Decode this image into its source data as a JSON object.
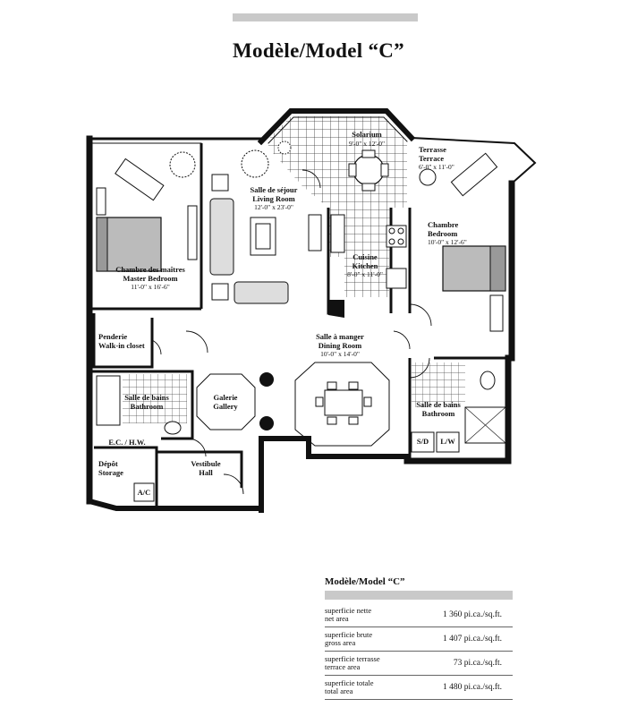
{
  "header": {
    "title": "Modèle/Model “C”"
  },
  "rooms": {
    "solarium": {
      "name": "Solarium",
      "dim": "9'-0\" x 12'-0\""
    },
    "terrace": {
      "name_fr": "Terrasse",
      "name_en": "Terrace",
      "dim": "6'-0\" x 11'-0\""
    },
    "living": {
      "name_fr": "Salle de séjour",
      "name_en": "Living Room",
      "dim": "12'-0\" x 23'-0\""
    },
    "master": {
      "name_fr": "Chambre des maîtres",
      "name_en": "Master Bedroom",
      "dim": "11'-0\" x 16'-6\""
    },
    "kitchen": {
      "name_fr": "Cuisine",
      "name_en": "Kitchen",
      "dim": "8'-0\" x 11'-0\""
    },
    "bedroom": {
      "name_fr": "Chambre",
      "name_en": "Bedroom",
      "dim": "10'-0\" x 12'-6\""
    },
    "closet": {
      "name_fr": "Penderie",
      "name_en": "Walk-in closet"
    },
    "dining": {
      "name_fr": "Salle à manger",
      "name_en": "Dining Room",
      "dim": "10'-0\" x 14'-0\""
    },
    "bath1": {
      "name_fr": "Salle de bains",
      "name_en": "Bathroom"
    },
    "gallery": {
      "name_fr": "Galerie",
      "name_en": "Gallery"
    },
    "bath2": {
      "name_fr": "Salle de bains",
      "name_en": "Bathroom"
    },
    "ec_hw": {
      "name": "E.C. / H.W."
    },
    "storage": {
      "name_fr": "Dépôt",
      "name_en": "Storage"
    },
    "hall": {
      "name_fr": "Vestibule",
      "name_en": "Hall"
    },
    "ac": {
      "name": "A/C"
    },
    "sd": {
      "name": "S/D"
    },
    "lw": {
      "name": "L/W"
    }
  },
  "summary": {
    "title": "Modèle/Model “C”",
    "rows": [
      {
        "fr": "superficie nette",
        "en": "net area",
        "value": "1 360 pi.ca./sq.ft."
      },
      {
        "fr": "superficie brute",
        "en": "gross area",
        "value": "1 407 pi.ca./sq.ft."
      },
      {
        "fr": "superficie terrasse",
        "en": "terrace area",
        "value": "73 pi.ca./sq.ft."
      },
      {
        "fr": "superficie totale",
        "en": "total area",
        "value": "1 480 pi.ca./sq.ft."
      }
    ]
  }
}
